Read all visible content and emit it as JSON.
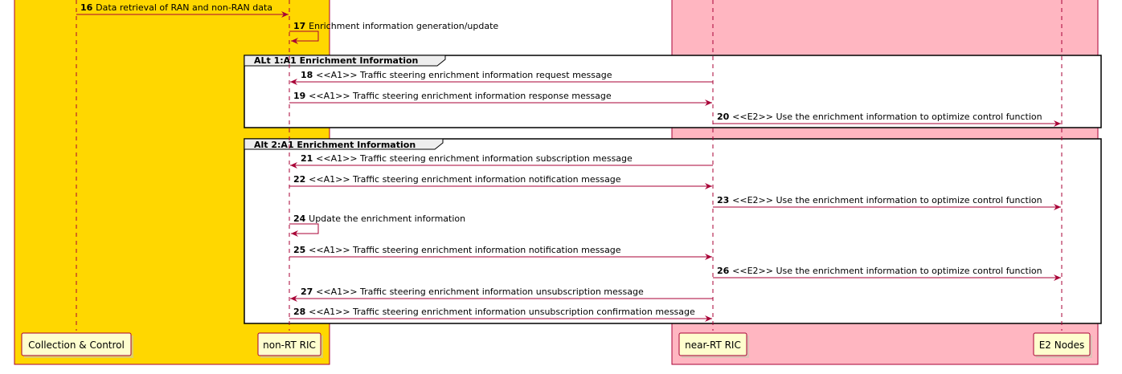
{
  "colors": {
    "box_left": "#FFD700",
    "box_right": "#FFB6C1",
    "box_border": "#A80036",
    "arrow": "#A80036",
    "lifeline": "#A80036",
    "participant_fill": "#FEFECE",
    "frame_border": "#000000",
    "frame_fill": "#ffffff"
  },
  "participants": [
    {
      "id": "cc",
      "name": "Collection & Control"
    },
    {
      "id": "nonrt",
      "name": "non-RT RIC"
    },
    {
      "id": "nearrt",
      "name": "near-RT RIC"
    },
    {
      "id": "e2",
      "name": "E2 Nodes"
    }
  ],
  "frames": [
    {
      "title": "ALt 1:A1 Enrichment Information"
    },
    {
      "title": "Alt 2:A1 Enrichment Information"
    }
  ],
  "messages": [
    {
      "num": "16",
      "from": "cc",
      "to": "nonrt",
      "text": "Data retrieval of RAN and non-RAN data"
    },
    {
      "num": "17",
      "from": "nonrt",
      "to": "nonrt",
      "text": "Enrichment information generation/update"
    },
    {
      "num": "18",
      "from": "nearrt",
      "to": "nonrt",
      "text": "<<A1>> Traffic steering enrichment information request message"
    },
    {
      "num": "19",
      "from": "nonrt",
      "to": "nearrt",
      "text": "<<A1>> Traffic steering enrichment information response message"
    },
    {
      "num": "20",
      "from": "nearrt",
      "to": "e2",
      "text": "<<E2>> Use the enrichment information to optimize control function"
    },
    {
      "num": "21",
      "from": "nearrt",
      "to": "nonrt",
      "text": "<<A1>> Traffic steering enrichment information subscription message"
    },
    {
      "num": "22",
      "from": "nonrt",
      "to": "nearrt",
      "text": "<<A1>> Traffic steering enrichment information notification message"
    },
    {
      "num": "23",
      "from": "nearrt",
      "to": "e2",
      "text": "<<E2>> Use the enrichment information to optimize control function"
    },
    {
      "num": "24",
      "from": "nonrt",
      "to": "nonrt",
      "text": "Update the enrichment information"
    },
    {
      "num": "25",
      "from": "nonrt",
      "to": "nearrt",
      "text": "<<A1>> Traffic steering enrichment information notification message"
    },
    {
      "num": "26",
      "from": "nearrt",
      "to": "e2",
      "text": "<<E2>> Use the enrichment information to optimize control function"
    },
    {
      "num": "27",
      "from": "nearrt",
      "to": "nonrt",
      "text": "<<A1>> Traffic steering enrichment information unsubscription message"
    },
    {
      "num": "28",
      "from": "nonrt",
      "to": "nearrt",
      "text": "<<A1>> Traffic steering enrichment information unsubscription confirmation message"
    }
  ]
}
